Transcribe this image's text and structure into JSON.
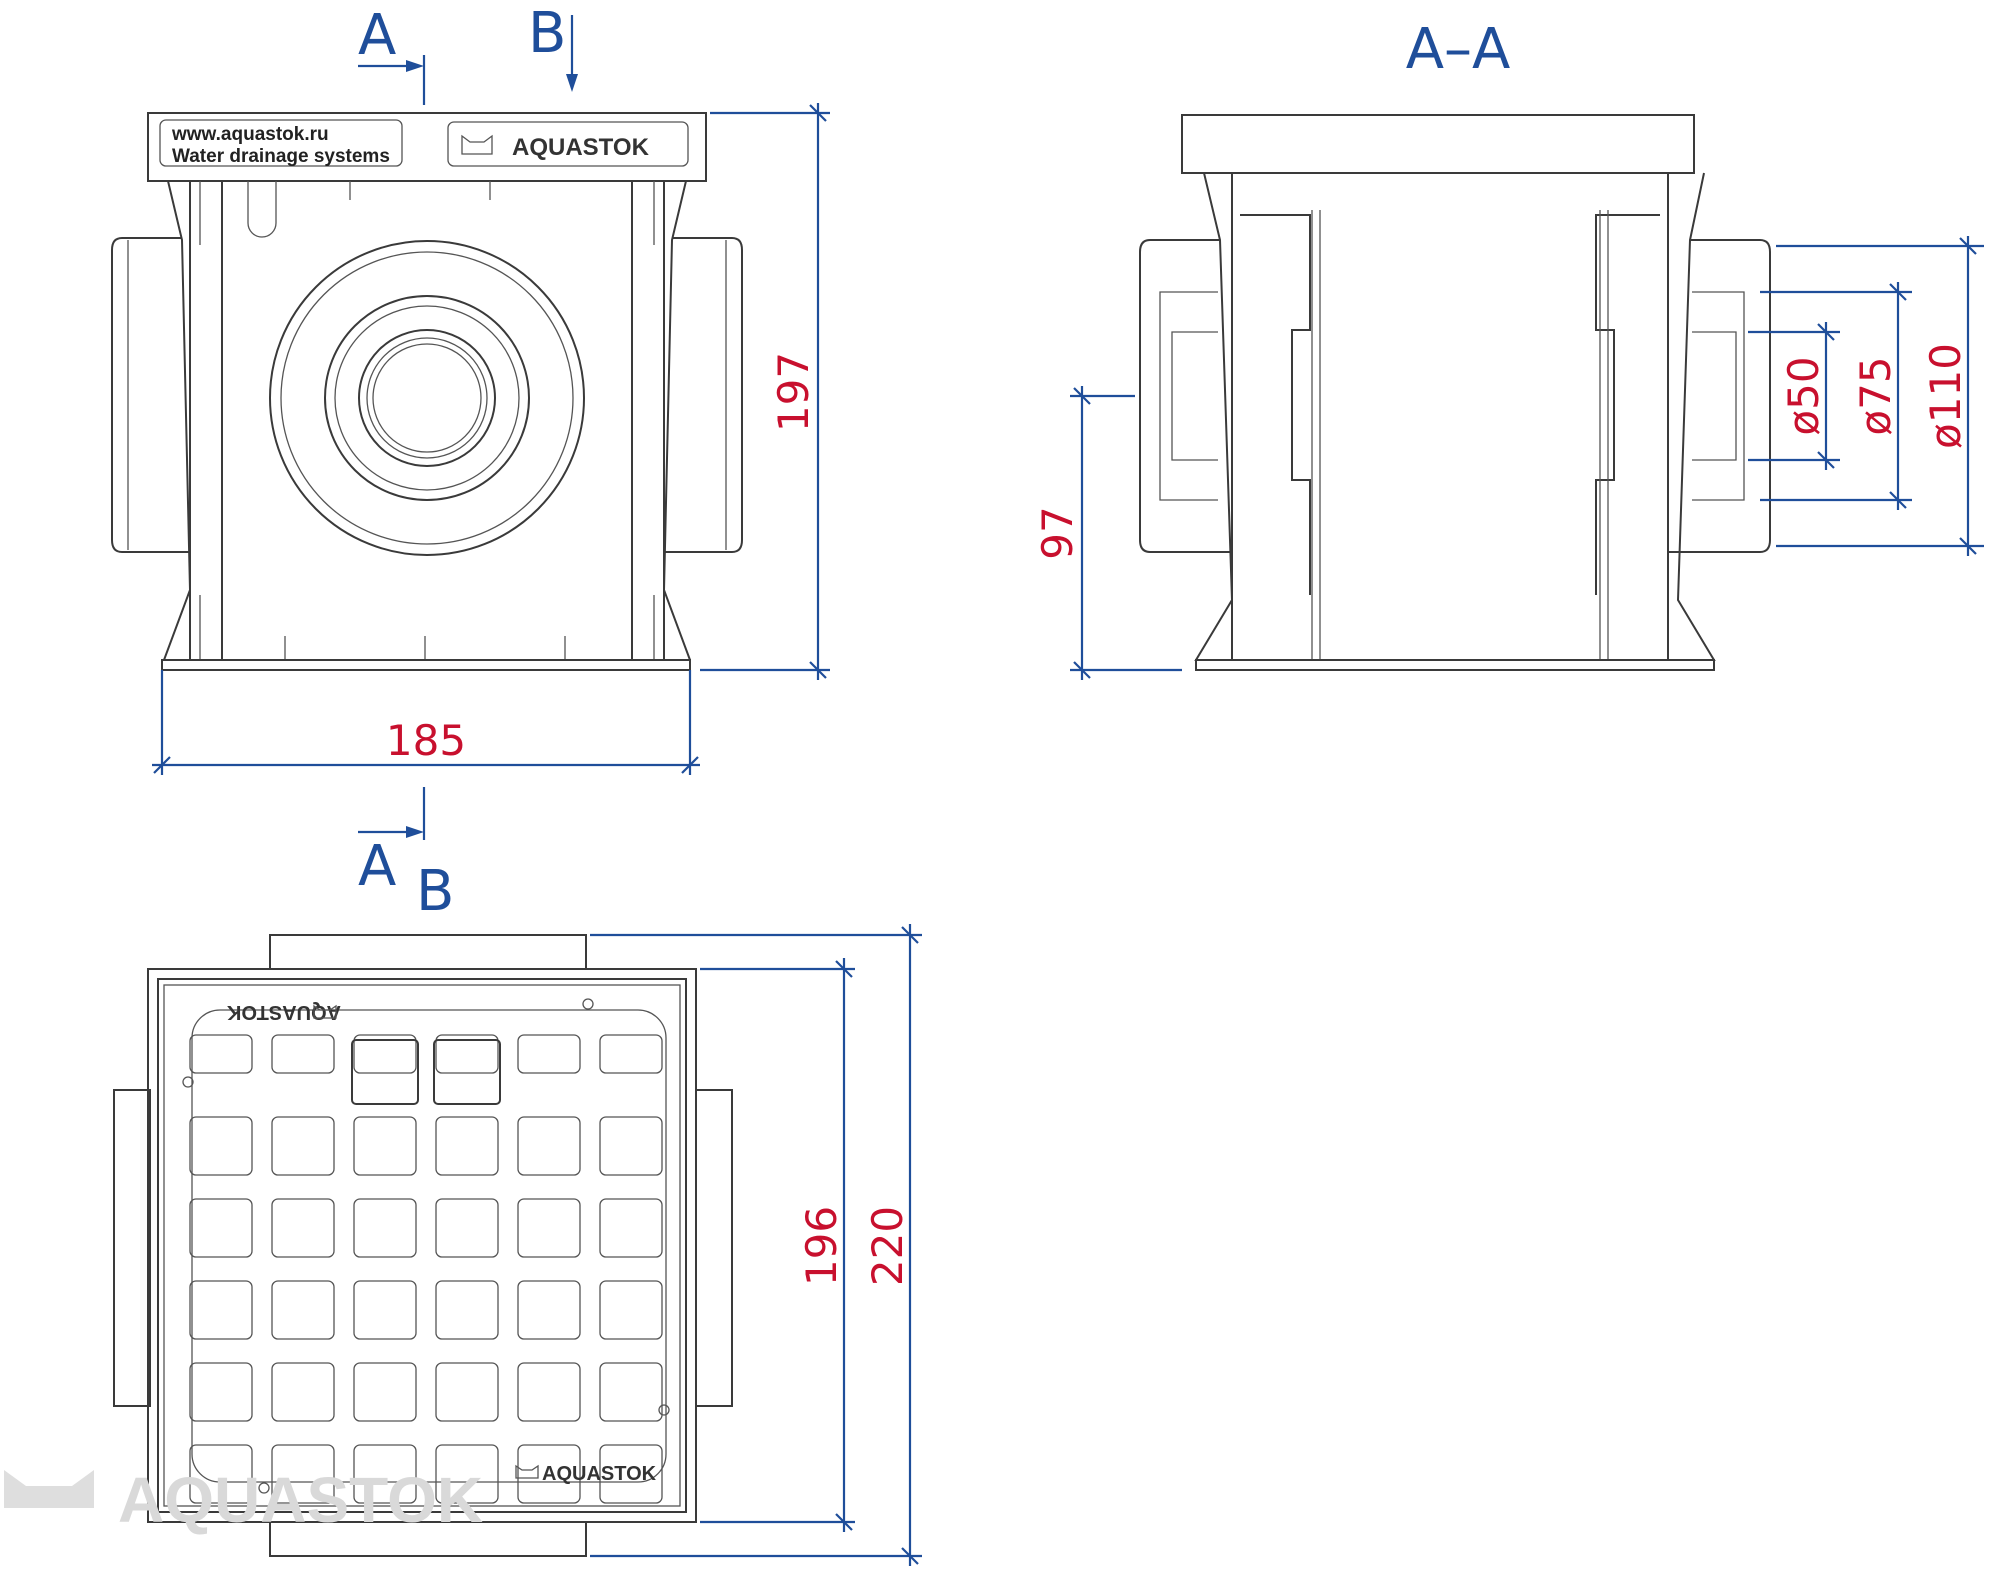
{
  "labels": {
    "section_a": "A",
    "section_b": "B",
    "section_a_bottom": "A",
    "section_b_bottom": "B",
    "section_title": "A–A"
  },
  "dimensions": {
    "width_185": "185",
    "height_197": "197",
    "height_97": "97",
    "d50": "ø50",
    "d75": "ø75",
    "d110": "ø110",
    "height_196": "196",
    "height_220": "220"
  },
  "front_view": {
    "website": "www.aquastok.ru",
    "tagline": "Water drainage systems",
    "logo_text": "AQUASTOK"
  },
  "grate": {
    "logo_text_top": "AQUASTOK",
    "logo_text_bottom": "AQUASTOK"
  },
  "watermark": "AQUASTOK",
  "colors": {
    "dimension_text": "#c8102e",
    "dimension_lines": "#1f4e9a",
    "outline": "#3a3a3a"
  }
}
